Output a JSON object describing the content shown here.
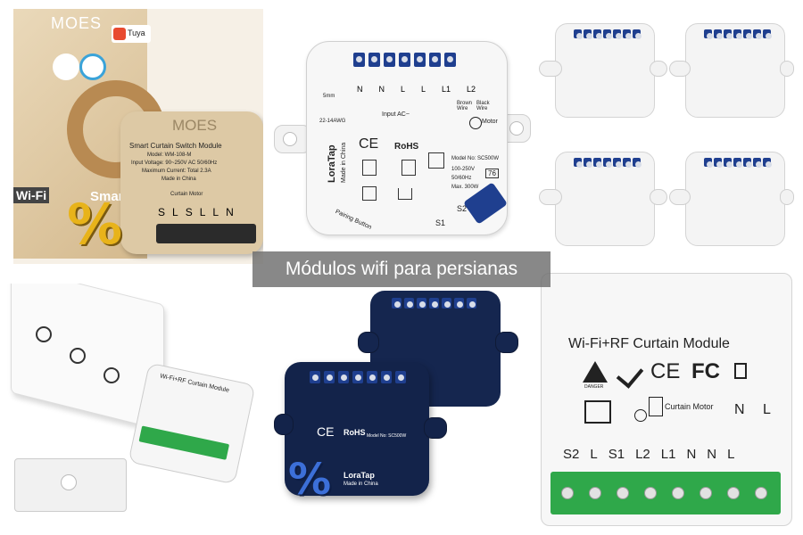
{
  "caption": "Módulos wifi para persianas",
  "moes": {
    "brand": "MOES",
    "tuya": "Tuya",
    "module_title": "Smart Curtain Switch Module",
    "model": "Model: WM-108-M",
    "voltage": "Input Voltage: 90~250V AC 50/60Hz",
    "current": "Maximum Current: Total 2.3A",
    "origin": "Made in China",
    "motor_label": "Curtain Motor",
    "terminals": [
      "S",
      "L",
      "S",
      "L",
      "L",
      "N"
    ],
    "side_text": "Wi-Fi",
    "side_text2": "Smar",
    "discount": "%"
  },
  "loratap_white": {
    "wire_gauge": "22-14AWG",
    "length": "5mm",
    "terminals": [
      "N",
      "N",
      "L",
      "L",
      "L1",
      "L2"
    ],
    "input": "Input AC~",
    "brown": "Brown Wire",
    "black": "Black Wire",
    "motor": "Motor",
    "brand": "LoraTap",
    "origin": "Made in China",
    "model": "Model No: SC500W",
    "specs": [
      "100-250V",
      "50/60Hz",
      "Max. 300W"
    ],
    "code": "76",
    "s1": "S1",
    "s2": "S2",
    "pairing": "Pairing Button",
    "ce": "CE",
    "rohs": "RoHS"
  },
  "loratap_black": {
    "brand": "LoraTap",
    "origin": "Made in China",
    "model": "Model No: SC500W",
    "ce": "CE",
    "rohs": "RoHS",
    "discount": "%"
  },
  "rf_module": {
    "title": "Wi-Fi+RF Curtain Module",
    "motor": "Curtain Motor",
    "ce": "CE",
    "fc": "FC",
    "danger": "DANGER",
    "bottom_terminals": [
      "S2",
      "L",
      "S1",
      "L2",
      "L1",
      "N",
      "N",
      "L"
    ],
    "top_terminals": [
      "N",
      "L"
    ]
  },
  "small_module": {
    "title": "Wi-Fi+RF Curtain Module"
  },
  "colors": {
    "moes_gold": "#c8a97a",
    "moes_box": "#e9d9bd",
    "loratap_blue": "#1f3f8f",
    "terminal_green": "#2fa84a",
    "caption_bg": "#6e6e6e"
  }
}
